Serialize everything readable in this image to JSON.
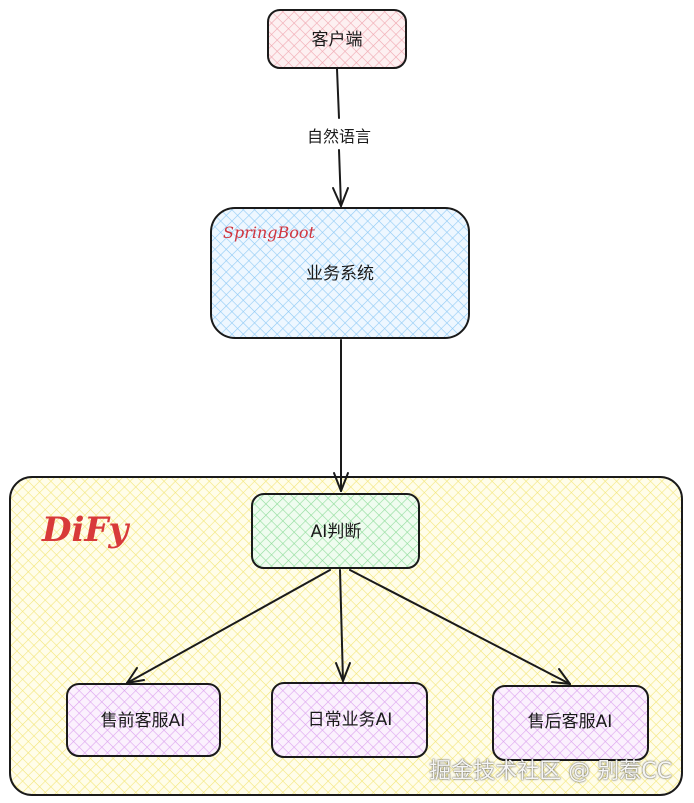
{
  "nodes": {
    "client": "客户端",
    "business": "业务系统",
    "ai_judge": "AI判断",
    "presales": "售前客服AI",
    "daily": "日常业务AI",
    "aftersales": "售后客服AI"
  },
  "edges": {
    "client_to_business": "自然语言"
  },
  "groups": {
    "springboot": "SpringBoot",
    "dify": "DiFy"
  },
  "watermark": "掘金技术社区 @ 别惹CC",
  "colors": {
    "client_fill": "#f8d7da",
    "business_fill": "#a5d8ff",
    "dify_fill": "#fff3a0",
    "ai_judge_fill": "#b2f2bb",
    "ai_leaf_fill": "#eebefa",
    "stroke": "#1a1a1a",
    "accent_red": "#d83a3a"
  }
}
